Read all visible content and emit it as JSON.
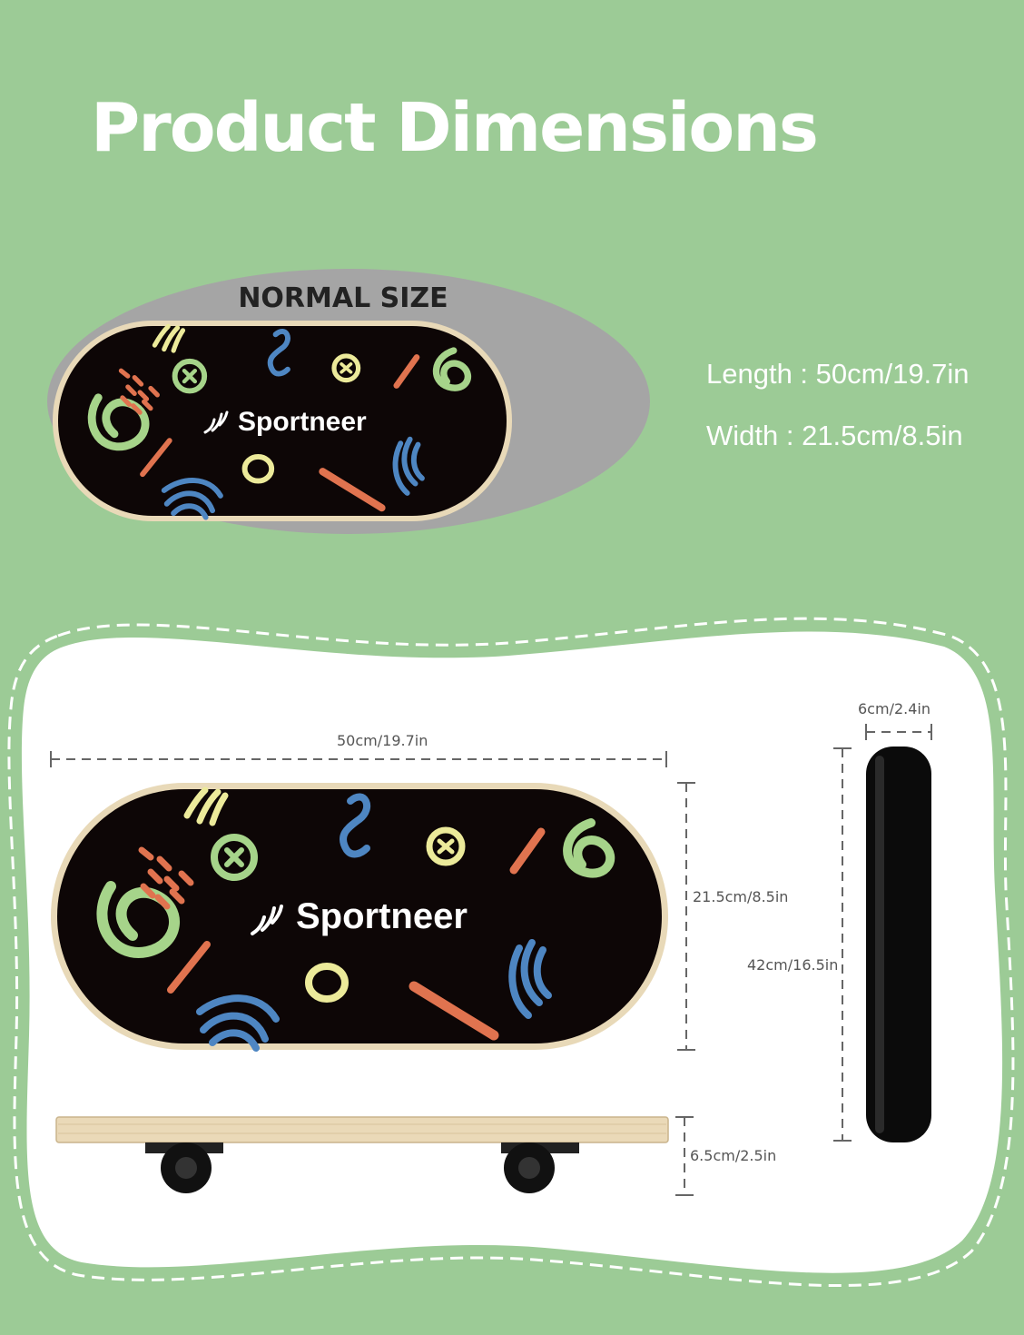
{
  "header": {
    "title": "Product Dimensions"
  },
  "normal_size": {
    "label": "NORMAL SIZE",
    "brand": "Sportneer"
  },
  "specs": {
    "length": "Length : 50cm/19.7in",
    "width": "Width : 21.5cm/8.5in"
  },
  "diagram": {
    "brand": "Sportneer",
    "board_length": "50cm/19.7in",
    "board_width": "21.5cm/8.5in",
    "board_height": "6.5cm/2.5in",
    "roller_diameter": "6cm/2.4in",
    "roller_length": "42cm/16.5in"
  },
  "colors": {
    "background": "#9ccb96",
    "board": "#0d0606",
    "wood_rim": "#e8d9b8",
    "pattern_green": "#a6d48a",
    "pattern_orange": "#e0734f",
    "pattern_blue": "#4e86c2",
    "pattern_yellow": "#ecea9a"
  }
}
